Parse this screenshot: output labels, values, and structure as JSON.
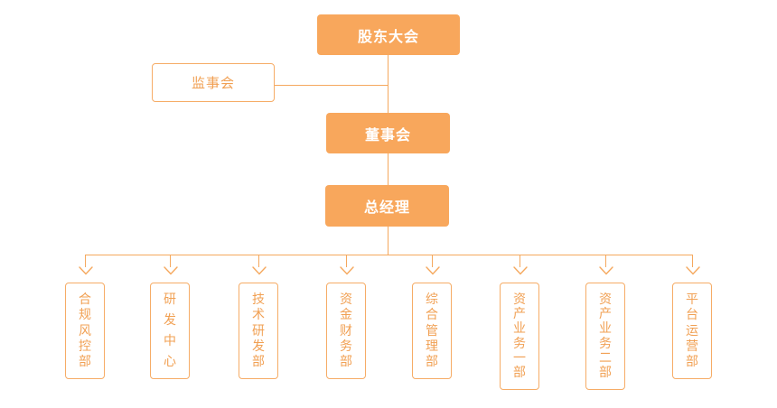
{
  "page": {
    "background": "#FFFFFF"
  },
  "colors": {
    "node_fill": "#F8A75C",
    "node_text": "#FFFFFF",
    "outline_border": "#F6AC66",
    "outline_text": "#F1A053",
    "line": "#F5A85E"
  },
  "org_chart": {
    "shareholders_meeting": {
      "label": "股东大会"
    },
    "supervisory_board": {
      "label": "监事会"
    },
    "board_of_directors": {
      "label": "董事会"
    },
    "general_manager": {
      "label": "总经理"
    },
    "departments": [
      {
        "label": "合规风控部"
      },
      {
        "label": "研发中心"
      },
      {
        "label": "技术研发部"
      },
      {
        "label": "资金财务部"
      },
      {
        "label": "综合管理部"
      },
      {
        "label": "资产业务一部"
      },
      {
        "label": "资产业务二部"
      },
      {
        "label": "平台运营部"
      }
    ]
  }
}
